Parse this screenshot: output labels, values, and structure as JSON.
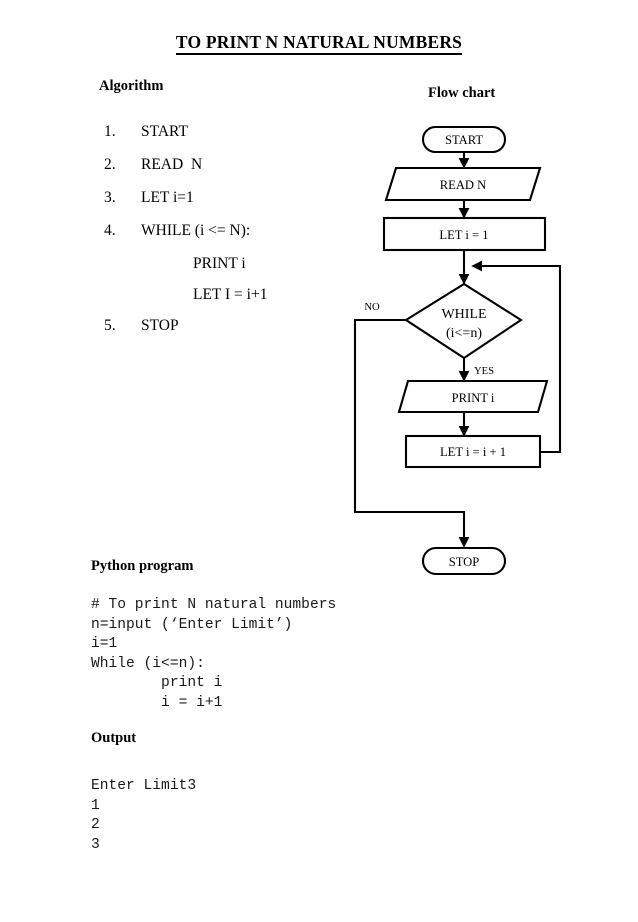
{
  "document": {
    "title": "TO PRINT N NATURAL NUMBERS"
  },
  "sections": {
    "algorithm_heading": "Algorithm",
    "flowchart_heading": "Flow chart",
    "python_heading": "Python program",
    "output_heading": "Output"
  },
  "algorithm": {
    "steps": [
      {
        "number": "1.",
        "text": "START"
      },
      {
        "number": "2.",
        "text": "READ  N"
      },
      {
        "number": "3.",
        "text": "LET i=1"
      },
      {
        "number": "4.",
        "text": "WHILE (i <= N):"
      }
    ],
    "sub_steps": [
      {
        "text": "PRINT i"
      },
      {
        "text": "LET I = i+1"
      }
    ],
    "last_step": {
      "number": "5.",
      "text": "STOP"
    }
  },
  "flowchart": {
    "nodes": [
      {
        "id": "start",
        "shape": "terminator",
        "label": "START"
      },
      {
        "id": "read",
        "shape": "parallelogram",
        "label": "READ  N"
      },
      {
        "id": "let1",
        "shape": "rectangle",
        "label": "LET i = 1"
      },
      {
        "id": "while",
        "shape": "diamond",
        "label_line1": "WHILE",
        "label_line2": "(i<=n)"
      },
      {
        "id": "print",
        "shape": "parallelogram",
        "label": "PRINT i"
      },
      {
        "id": "incr",
        "shape": "rectangle",
        "label": "LET i = i + 1"
      },
      {
        "id": "stop",
        "shape": "terminator",
        "label": "STOP"
      }
    ],
    "branch_labels": {
      "no": "NO",
      "yes": "YES"
    }
  },
  "python_program": {
    "code": "# To print N natural numbers\nn=input (‘Enter Limit’)\ni=1\nWhile (i<=n):\n        print i\n        i = i+1"
  },
  "output": {
    "text": "Enter Limit3\n1\n2\n3"
  },
  "colors": {
    "ink": "#000000",
    "paper": "#ffffff",
    "code_ink": "#1a1a1a"
  }
}
